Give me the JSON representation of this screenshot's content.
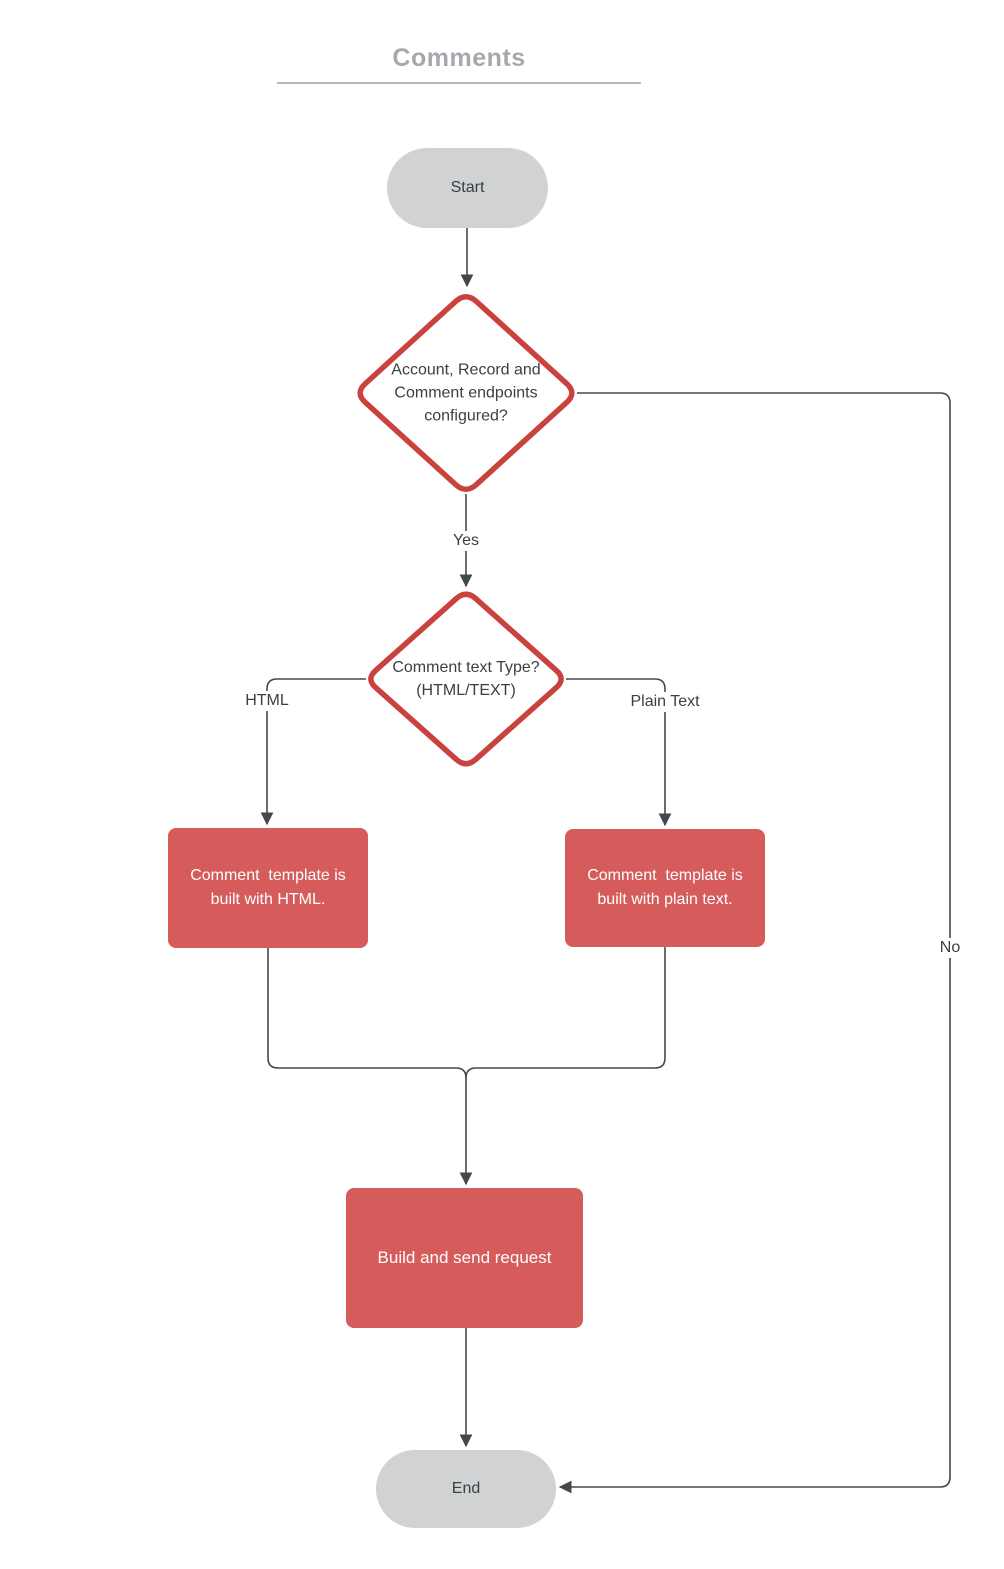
{
  "title": "Comments",
  "colors": {
    "process_fill": "#d65c5c",
    "diamond_stroke": "#c9423e",
    "terminal_fill": "#d0d2d3",
    "text_dark": "#3a3f42",
    "text_white": "#ffffff",
    "line_color": "#44484e",
    "title_gray": "#a5a9ae",
    "underline_gray": "#b6b9bc"
  },
  "nodes": {
    "start": {
      "label": "Start",
      "type": "terminal"
    },
    "decision_endpoints": {
      "label": "Account, Record and Comment endpoints configured?",
      "type": "decision"
    },
    "decision_text_type": {
      "label": "Comment text Type? (HTML/TEXT)",
      "type": "decision"
    },
    "html_template": {
      "label": "Comment  template is built with HTML.",
      "type": "process"
    },
    "plain_template": {
      "label": "Comment  template is built with plain text.",
      "type": "process"
    },
    "build_request": {
      "label": "Build and send request",
      "type": "process"
    },
    "end": {
      "label": "End",
      "type": "terminal"
    }
  },
  "edges": {
    "yes_label": "Yes",
    "no_label": "No",
    "html_label": "HTML",
    "plain_label": "Plain Text"
  }
}
